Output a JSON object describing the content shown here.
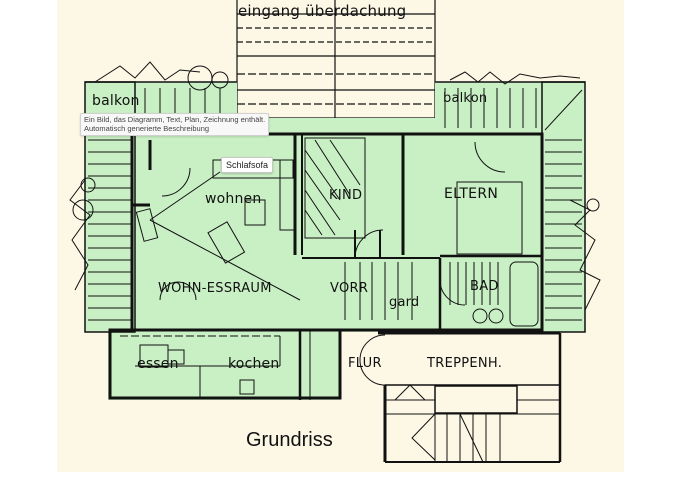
{
  "plan": {
    "title": "Grundriss",
    "canopy_label": "eingang  überdachung",
    "rooms": {
      "balkon_left": "balkon",
      "balkon_right": "balkon",
      "wohnen": "wohnen",
      "wohn_essraum": "WOHN-ESSRAUM",
      "kind": "KIND",
      "eltern": "ELTERN",
      "vorr": "VORR",
      "gard": "gard",
      "bad": "BAD",
      "essen": "essen",
      "kochen": "kochen",
      "flur": "FLUR",
      "treppenhaus": "TREPPENH."
    },
    "annotation_tag": "Schlafsofa",
    "colors": {
      "room_fill": "#c9f0c4",
      "paper": "#fdf8e6",
      "ink": "#111111"
    }
  },
  "tooltip": {
    "line1": "Ein Bild, das Diagramm, Text, Plan, Zeichnung enthält.",
    "line2": "Automatisch generierte Beschreibung"
  }
}
